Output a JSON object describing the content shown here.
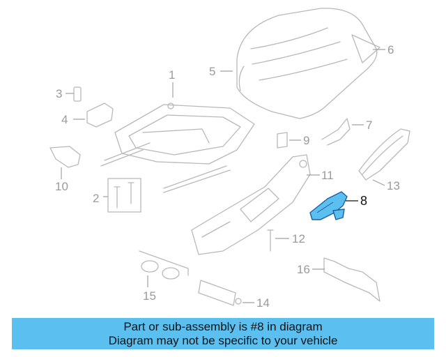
{
  "highlight_color": "#5bc0f0",
  "highlighted_part": "8",
  "callouts": [
    "1",
    "2",
    "3",
    "4",
    "5",
    "6",
    "7",
    "8",
    "9",
    "10",
    "11",
    "12",
    "13",
    "14",
    "15",
    "16"
  ],
  "banner": {
    "line1": "Part or sub-assembly is #8 in diagram",
    "line2": "Diagram may not be specific to your vehicle"
  }
}
